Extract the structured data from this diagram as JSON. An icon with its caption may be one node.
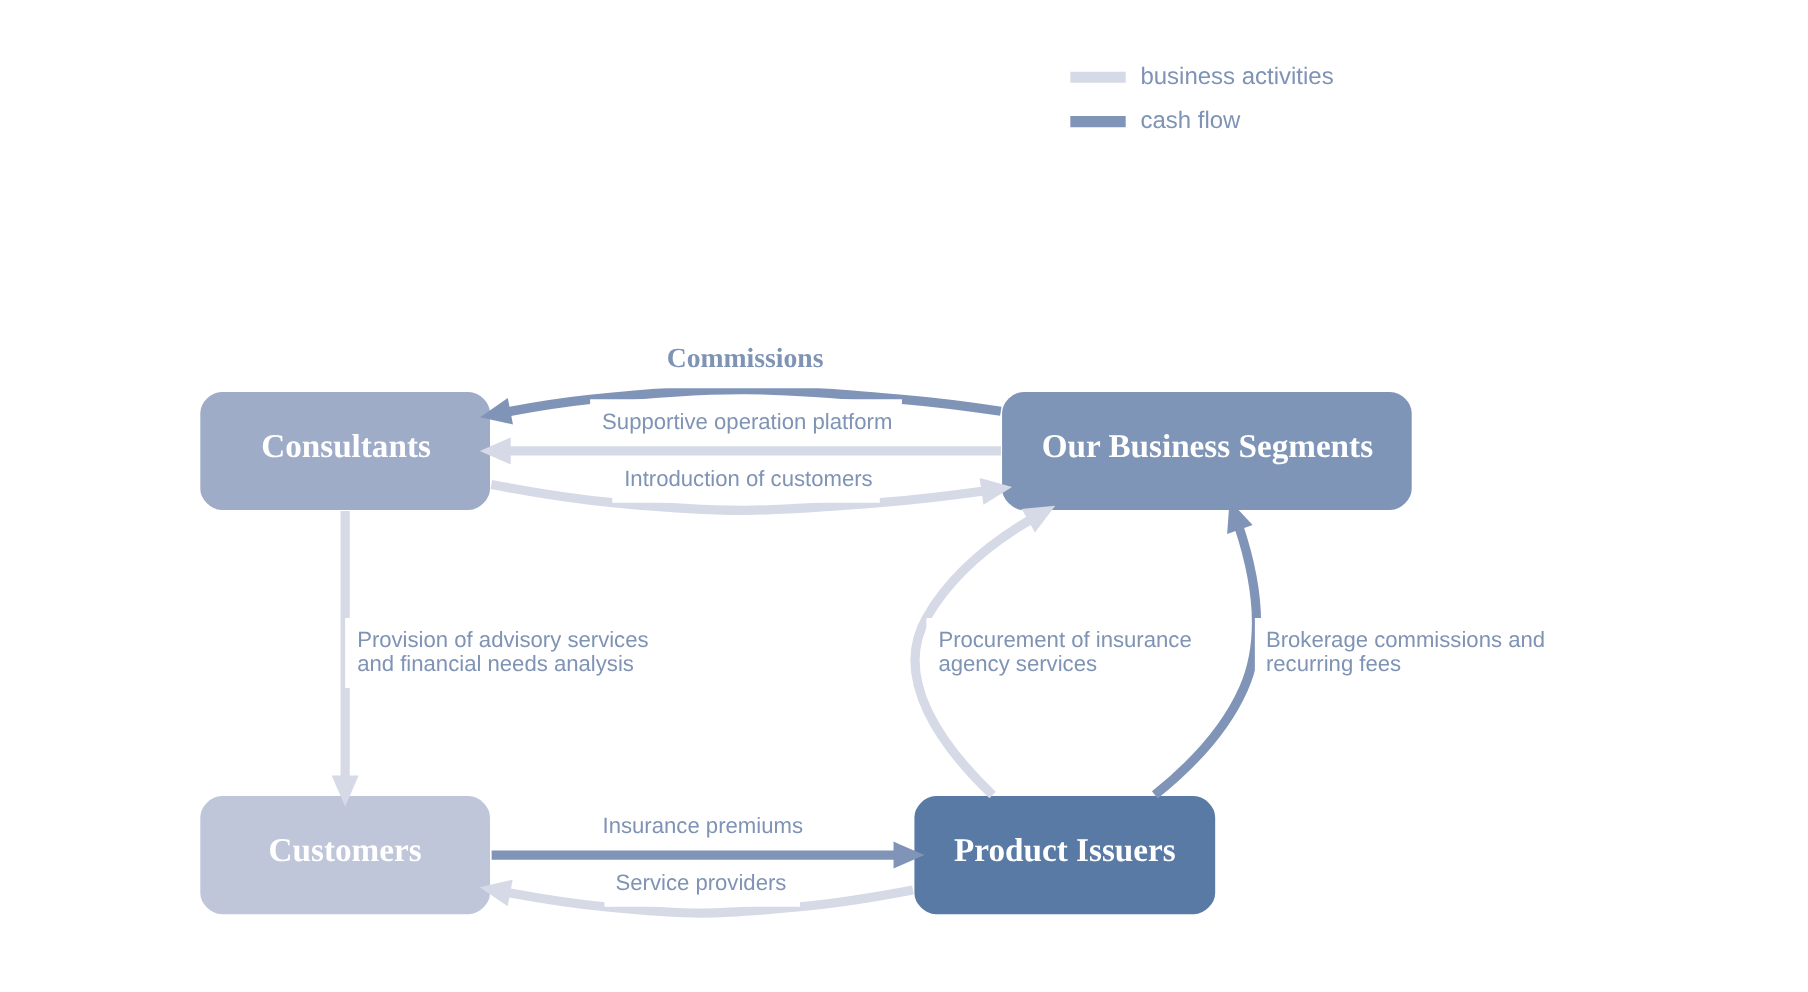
{
  "diagram": {
    "nodes": [
      {
        "text": [
          "Consultants"
        ]
      },
      {
        "text": [
          "Our Business Segments"
        ]
      },
      {
        "text": [
          "Customers"
        ]
      },
      {
        "text": [
          "Product Issuers"
        ]
      }
    ],
    "edges": [
      {
        "from": 1,
        "to": 0,
        "arrow": "to",
        "label": "Commissions",
        "color": "#8094b8"
      },
      {
        "from": 1,
        "to": 0,
        "arrow": "to",
        "label": "Supportive operation platform"
      },
      {
        "from": 0,
        "to": 1,
        "arrow": "to",
        "label": "Introduction of customers"
      },
      {
        "from": 0,
        "to": 2,
        "arrow": "to",
        "label": "Provision of advisory services and financial needs analysis"
      },
      {
        "from": 3,
        "to": 1,
        "arrow": "to",
        "label": "Procurement of insurance agency services"
      },
      {
        "from": 3,
        "to": 1,
        "arrow": "to",
        "label": "Brokerage commissions and recurring fees",
        "color": "#8094b8"
      },
      {
        "from": 3,
        "to": 2,
        "arrow": "to",
        "label": "Service providers"
      },
      {
        "from": 2,
        "to": 3,
        "arrow": "to",
        "label": "Insurance premiums",
        "color": "#8094b8"
      }
    ],
    "legend": [
      {
        "text": "business activities"
      },
      {
        "text": "cash flow"
      }
    ]
  }
}
